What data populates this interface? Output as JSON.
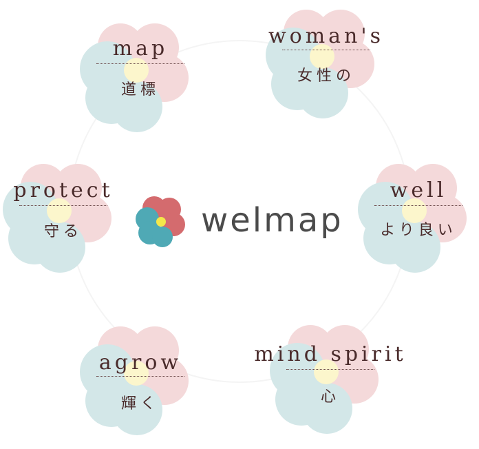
{
  "logo": {
    "text": "welmap"
  },
  "nodes": [
    {
      "en": "map",
      "ja": "道標"
    },
    {
      "en": "woman's",
      "ja": "女性の"
    },
    {
      "en": "protect",
      "ja": "守る"
    },
    {
      "en": "well",
      "ja": "より良い"
    },
    {
      "en": "agrow",
      "ja": "輝く"
    },
    {
      "en": "mind spirit",
      "ja": "心"
    }
  ],
  "colors": {
    "pink": "#f4d9da",
    "blue": "#d3e7e8",
    "yellow": "#fcf6cc",
    "logo_red": "#d46b6e",
    "logo_teal": "#4fa9b5",
    "logo_dot": "#f3e74a"
  }
}
